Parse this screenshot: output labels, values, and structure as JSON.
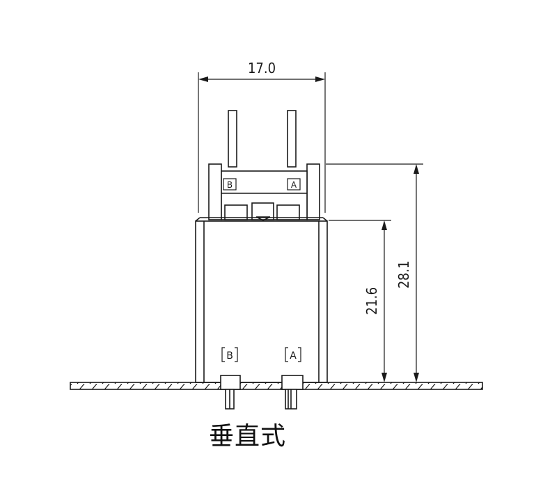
{
  "dimensions": {
    "width": "17.0",
    "total_height": "28.1",
    "body_height": "21.6"
  },
  "labels": {
    "top_left": "B",
    "top_right": "A",
    "bottom_left": "B",
    "bottom_right": "A"
  },
  "caption": "垂直式"
}
